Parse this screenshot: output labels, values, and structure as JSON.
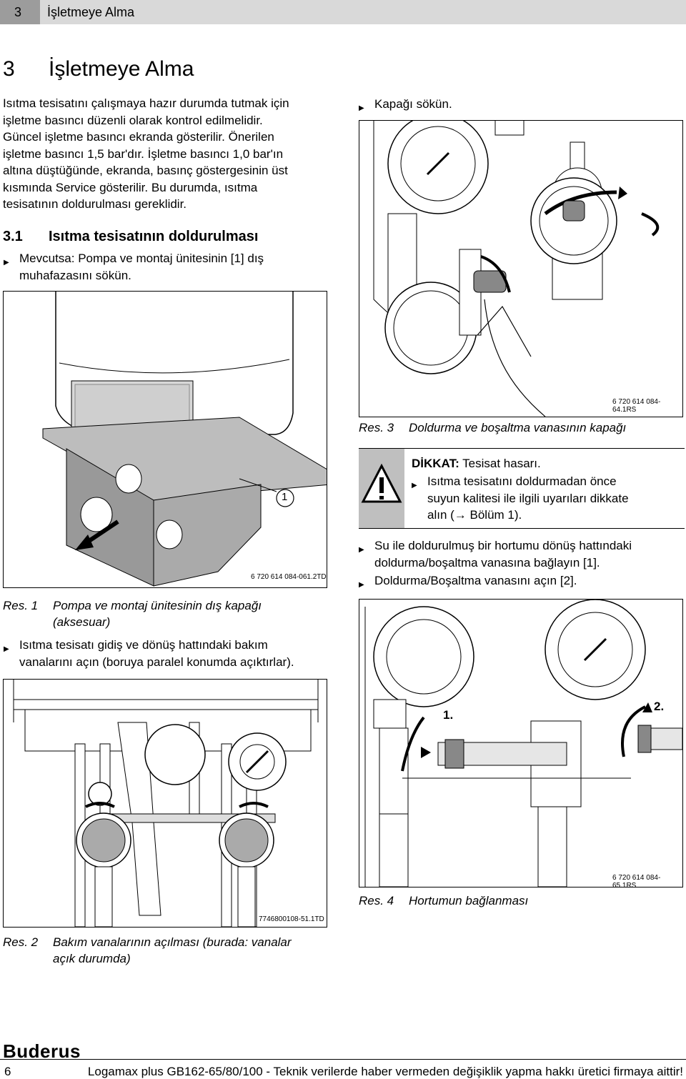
{
  "header": {
    "chapter_num": "3",
    "chapter_title": "İşletmeye Alma"
  },
  "section": {
    "number": "3",
    "title": "İşletmeye Alma"
  },
  "intro_lines": [
    "Isıtma tesisatını çalışmaya hazır durumda tutmak için",
    "işletme basıncı düzenli olarak kontrol edilmelidir.",
    "Güncel işletme basıncı ekranda gösterilir. Önerilen",
    "işletme basıncı 1,5 bar'dır. İşletme basıncı 1,0 bar'ın",
    "altına düştüğünde, ekranda, basınç göstergesinin üst",
    "kısmında Service gösterilir. Bu durumda, ısıtma",
    "tesisatının doldurulması gereklidir."
  ],
  "subsection": {
    "number": "3.1",
    "title": "Isıtma tesisatının doldurulması"
  },
  "step1_lines": [
    "Mevcutsa: Pompa ve montaj ünitesinin [1] dış",
    "muhafazasını sökün."
  ],
  "fig1": {
    "code": "6 720 614 084-061.2TD",
    "label": "1",
    "caption_num": "Res. 1",
    "caption_lines": [
      "Pompa ve montaj ünitesinin dış kapağı",
      "(aksesuar)"
    ]
  },
  "step2_lines": [
    "Isıtma tesisatı gidiş ve dönüş hattındaki bakım",
    "vanalarını açın (boruya paralel konumda açıktırlar)."
  ],
  "fig2": {
    "code": "7746800108-51.1TD",
    "caption_num": "Res. 2",
    "caption_lines": [
      "Bakım vanalarının açılması (burada: vanalar",
      "açık durumda)"
    ]
  },
  "step3": "Kapağı sökün.",
  "fig3": {
    "code": "6 720 614 084-64.1RS",
    "caption_num": "Res. 3",
    "caption": "Doldurma ve boşaltma vanasının kapağı"
  },
  "notice": {
    "title": "DİKKAT:",
    "title_rest": " Tesisat hasarı.",
    "lines": [
      "Isıtma tesisatını doldurmadan önce",
      "suyun kalitesi ile ilgili uyarıları dikkate",
      "alın (→ Bölüm 1)."
    ]
  },
  "step4_lines": [
    "Su ile doldurulmuş bir hortumu dönüş hattındaki",
    "doldurma/boşaltma vanasına bağlayın [1]."
  ],
  "step5": "Doldurma/Boşaltma vanasını açın [2].",
  "fig4": {
    "code": "6 720 614 084-65.1RS",
    "label1": "1.",
    "label2": "2.",
    "caption_num": "Res. 4",
    "caption": "Hortumun bağlanması"
  },
  "brand": "Buderus",
  "footer": {
    "page": "6",
    "text": "Logamax plus GB162-65/80/100 - Teknik verilerde haber vermeden değişiklik yapma hakkı üretici firmaya aittir!"
  }
}
